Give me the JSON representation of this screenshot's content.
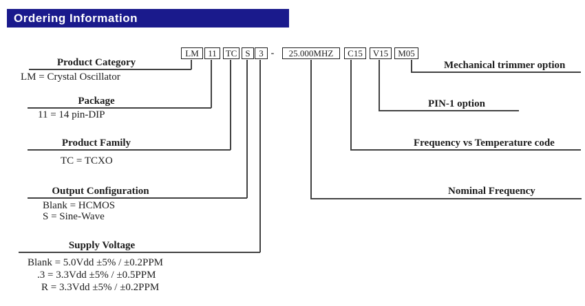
{
  "colors": {
    "header_bg": "#1a1a8c",
    "header_text": "#ffffff",
    "line": "#404040",
    "text": "#1c1c1c"
  },
  "header": {
    "title": "Ordering Information"
  },
  "part_number": {
    "segments": [
      {
        "code": "LM"
      },
      {
        "code": "11"
      },
      {
        "code": "TC"
      },
      {
        "code": "S"
      },
      {
        "code": "3"
      },
      {
        "code": "-"
      },
      {
        "code": "25.000MHZ"
      },
      {
        "code": "C15"
      },
      {
        "code": "V15"
      },
      {
        "code": "M05"
      }
    ]
  },
  "left_callouts": [
    {
      "label": "Product Category",
      "values": [
        "LM = Crystal Oscillator"
      ]
    },
    {
      "label": "Package",
      "values": [
        "11 = 14 pin-DIP"
      ]
    },
    {
      "label": "Product Family",
      "values": [
        "TC = TCXO"
      ]
    },
    {
      "label": "Output Configuration",
      "values": [
        "Blank = HCMOS",
        "S = Sine-Wave"
      ]
    },
    {
      "label": "Supply Voltage",
      "values": [
        "Blank = 5.0Vdd ±5% / ±0.2PPM",
        ".3 = 3.3Vdd ±5% / ±0.5PPM",
        "R = 3.3Vdd ±5% / ±0.2PPM"
      ]
    }
  ],
  "right_callouts": [
    {
      "label": "Mechanical trimmer option"
    },
    {
      "label": "PIN-1 option"
    },
    {
      "label": "Frequency vs Temperature code"
    },
    {
      "label": "Nominal Frequency"
    }
  ]
}
